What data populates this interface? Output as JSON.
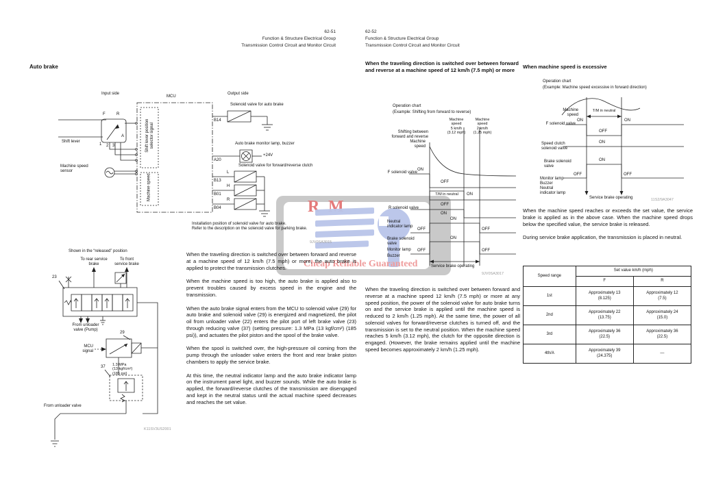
{
  "common": {
    "on": "ON",
    "off": "OFF"
  },
  "watermark": {
    "r": "R",
    "m": "M",
    "tagline": "Cheap Reliable Guaranteed"
  },
  "left": {
    "page_no": "62-51",
    "group": "Function & Structure Electrical Group",
    "circuit": "Transmission Control Circuit and Monitor Circuit",
    "title": "Auto brake",
    "mcu": {
      "input_side": "Input side",
      "mcu_label": "MCU",
      "output_side": "Output side",
      "sel_signal": "Shift lever position\nselector signal",
      "machine_speed": "Machine speed",
      "shift_lever": "Shift lever",
      "sensor": "Machine speed\nsensor",
      "f": "F",
      "rc": "R",
      "a": "A",
      "p1": "1",
      "p2": "2",
      "p3": "3",
      "b14": "B14",
      "a20": "A20",
      "b13": "B13",
      "b01": "B01",
      "b04": "B04",
      "l": "L",
      "h": "H",
      "rr": "R",
      "sol_auto": "Solenoid valve for auto brake",
      "lamp": "Auto brake monitor lamp, buzzer",
      "v24": "+24V",
      "sol_fr": "Solenoid valve for forward/reverse clutch",
      "note": "Installation position of solenoid valve for auto brake.\nRefer to the description on the solenoid valve for parking brake.",
      "code": "9JV0SA3015"
    },
    "hyd": {
      "title": "Shown in the “released” position",
      "rear": "To rear service\nbrake",
      "front": "To front\nservice brake",
      "n23": "23",
      "n29": "29",
      "n37": "37",
      "pump": "From unloader\nvalve (Pump)",
      "mcu_sig": "MCU\nsignal",
      "press": "1.3 MPa\n(13 kgf/cm²)\n(185 psi)",
      "unloader": "From unloader valve",
      "code": "K11SV3US2001"
    },
    "paras": [
      "When the traveling direction is switched over between forward and reverse at a machine speed of 12 km/h (7.5 mph) or more, the auto brake is applied to protect the transmission clutches.",
      "When the machine speed is too high, the auto brake is applied also to prevent troubles caused by excess speed in the engine and the transmission.",
      "When the auto brake signal enters from the MCU to solenoid valve (29) for auto brake and solenoid valve (29) is energized and magnetized, the pilot oil from unloader valve (22) enters the pilot port of left brake valve (23) through reducing valve (37) (setting pressure: 1.3 MPa (13 kgf/cm²) (185 psi)), and actuates the pilot piston and the spool of the brake valve.",
      "When the spool is switched over, the high-pressure oil coming from the pump through the unloader valve enters the front and rear brake piston chambers to apply the service brake.",
      "At this time, the neutral indicator lamp and the auto brake indicator lamp on the instrument panel light, and buzzer sounds. While the auto brake is applied, the forward/reverse clutches of the transmission are disengaged and kept in the neutral status until the actual machine speed decreases and reaches the set value."
    ]
  },
  "mid": {
    "page_no": "62-52",
    "group": "Function & Structure Electrical Group",
    "circuit": "Transmission Control Circuit and Monitor Circuit",
    "heading": "When the traveling direction is switched over between forward and reverse at a machine speed of 12 km/h (7.5 mph) or more",
    "chart": {
      "title": "Operation chart",
      "subtitle": "(Example: Shifting from forward to reverse)",
      "shift": "Shifting between\nforward and reverse",
      "s5": "Machine\nspeed\n5 km/h\n(3.12 mph)",
      "s2": "Machine\nspeed\n2 km/h\n(1.25 mph)",
      "mspeed": "Machine\nspeed",
      "fsol": "F solenoid valve",
      "tm": "T/M in neutral",
      "rsol": "R solenoid valve",
      "neutral": "Neutral\nindicator lamp",
      "brake": "Brake solenoid\nvalve",
      "monitor": "Monitor lamp",
      "buzzer": "Buzzer",
      "service": "Service brake operating",
      "code": "9JV0SA3017"
    },
    "para": "When the traveling direction is switched over between forward and reverse at a machine speed 12 km/h (7.5 mph) or more at any speed position, the power of the solenoid valve for auto brake turns on and the service brake is applied until the machine speed is reduced to 2 km/h (1.25 mph). At the same time, the power of all solenoid valves for forward/reverse clutches is turned off, and the transmission is set to the neutral position. When the machine speed reaches 5 km/h (3.12 mph), the clutch for the opposite direction is engaged. (However, the brake remains applied until the machine speed becomes approximately 2 km/h (1.25 mph)."
  },
  "right": {
    "heading": "When machine speed is excessive",
    "chart": {
      "title": "Operation chart",
      "subtitle": "(Example: Machine speed excessive in forward direction)",
      "mspeed": "Machine\nspeed",
      "tm": "T/M in neutral",
      "fsol": "F solenoid valve",
      "spdclutch": "Speed clutch\nsolenoid valve",
      "brake": "Brake solenoid\nvalve",
      "monitor4": "Monitor lamp\nBuzzer\nNeutral\nindicator lamp",
      "service": "Service brake operating",
      "code": "11S2/9A3047"
    },
    "paras": [
      "When the machine speed reaches or exceeds the set value, the service brake is applied as in the above case. When the machine speed drops below the specified value, the service brake is released.",
      "During service brake application, the transmission is placed in neutral."
    ],
    "table": {
      "col_speed_range": "Speed range",
      "col_set_value": "Set value km/h (mph)",
      "col_f": "F",
      "col_r": "R",
      "rows": [
        {
          "range": "1st",
          "f": "Approximately 13\n(8.125)",
          "r": "Approximately 12\n(7.5)"
        },
        {
          "range": "2nd",
          "f": "Approximately 22\n(13.75)",
          "r": "Approximately 24\n(15.0)"
        },
        {
          "range": "3rd",
          "f": "Approximately 36\n(22.5)",
          "r": "Approximately 36\n(22.5)"
        },
        {
          "range": "4th/A",
          "f": "Approximately 39\n(24.375)",
          "r": "—"
        }
      ]
    }
  }
}
